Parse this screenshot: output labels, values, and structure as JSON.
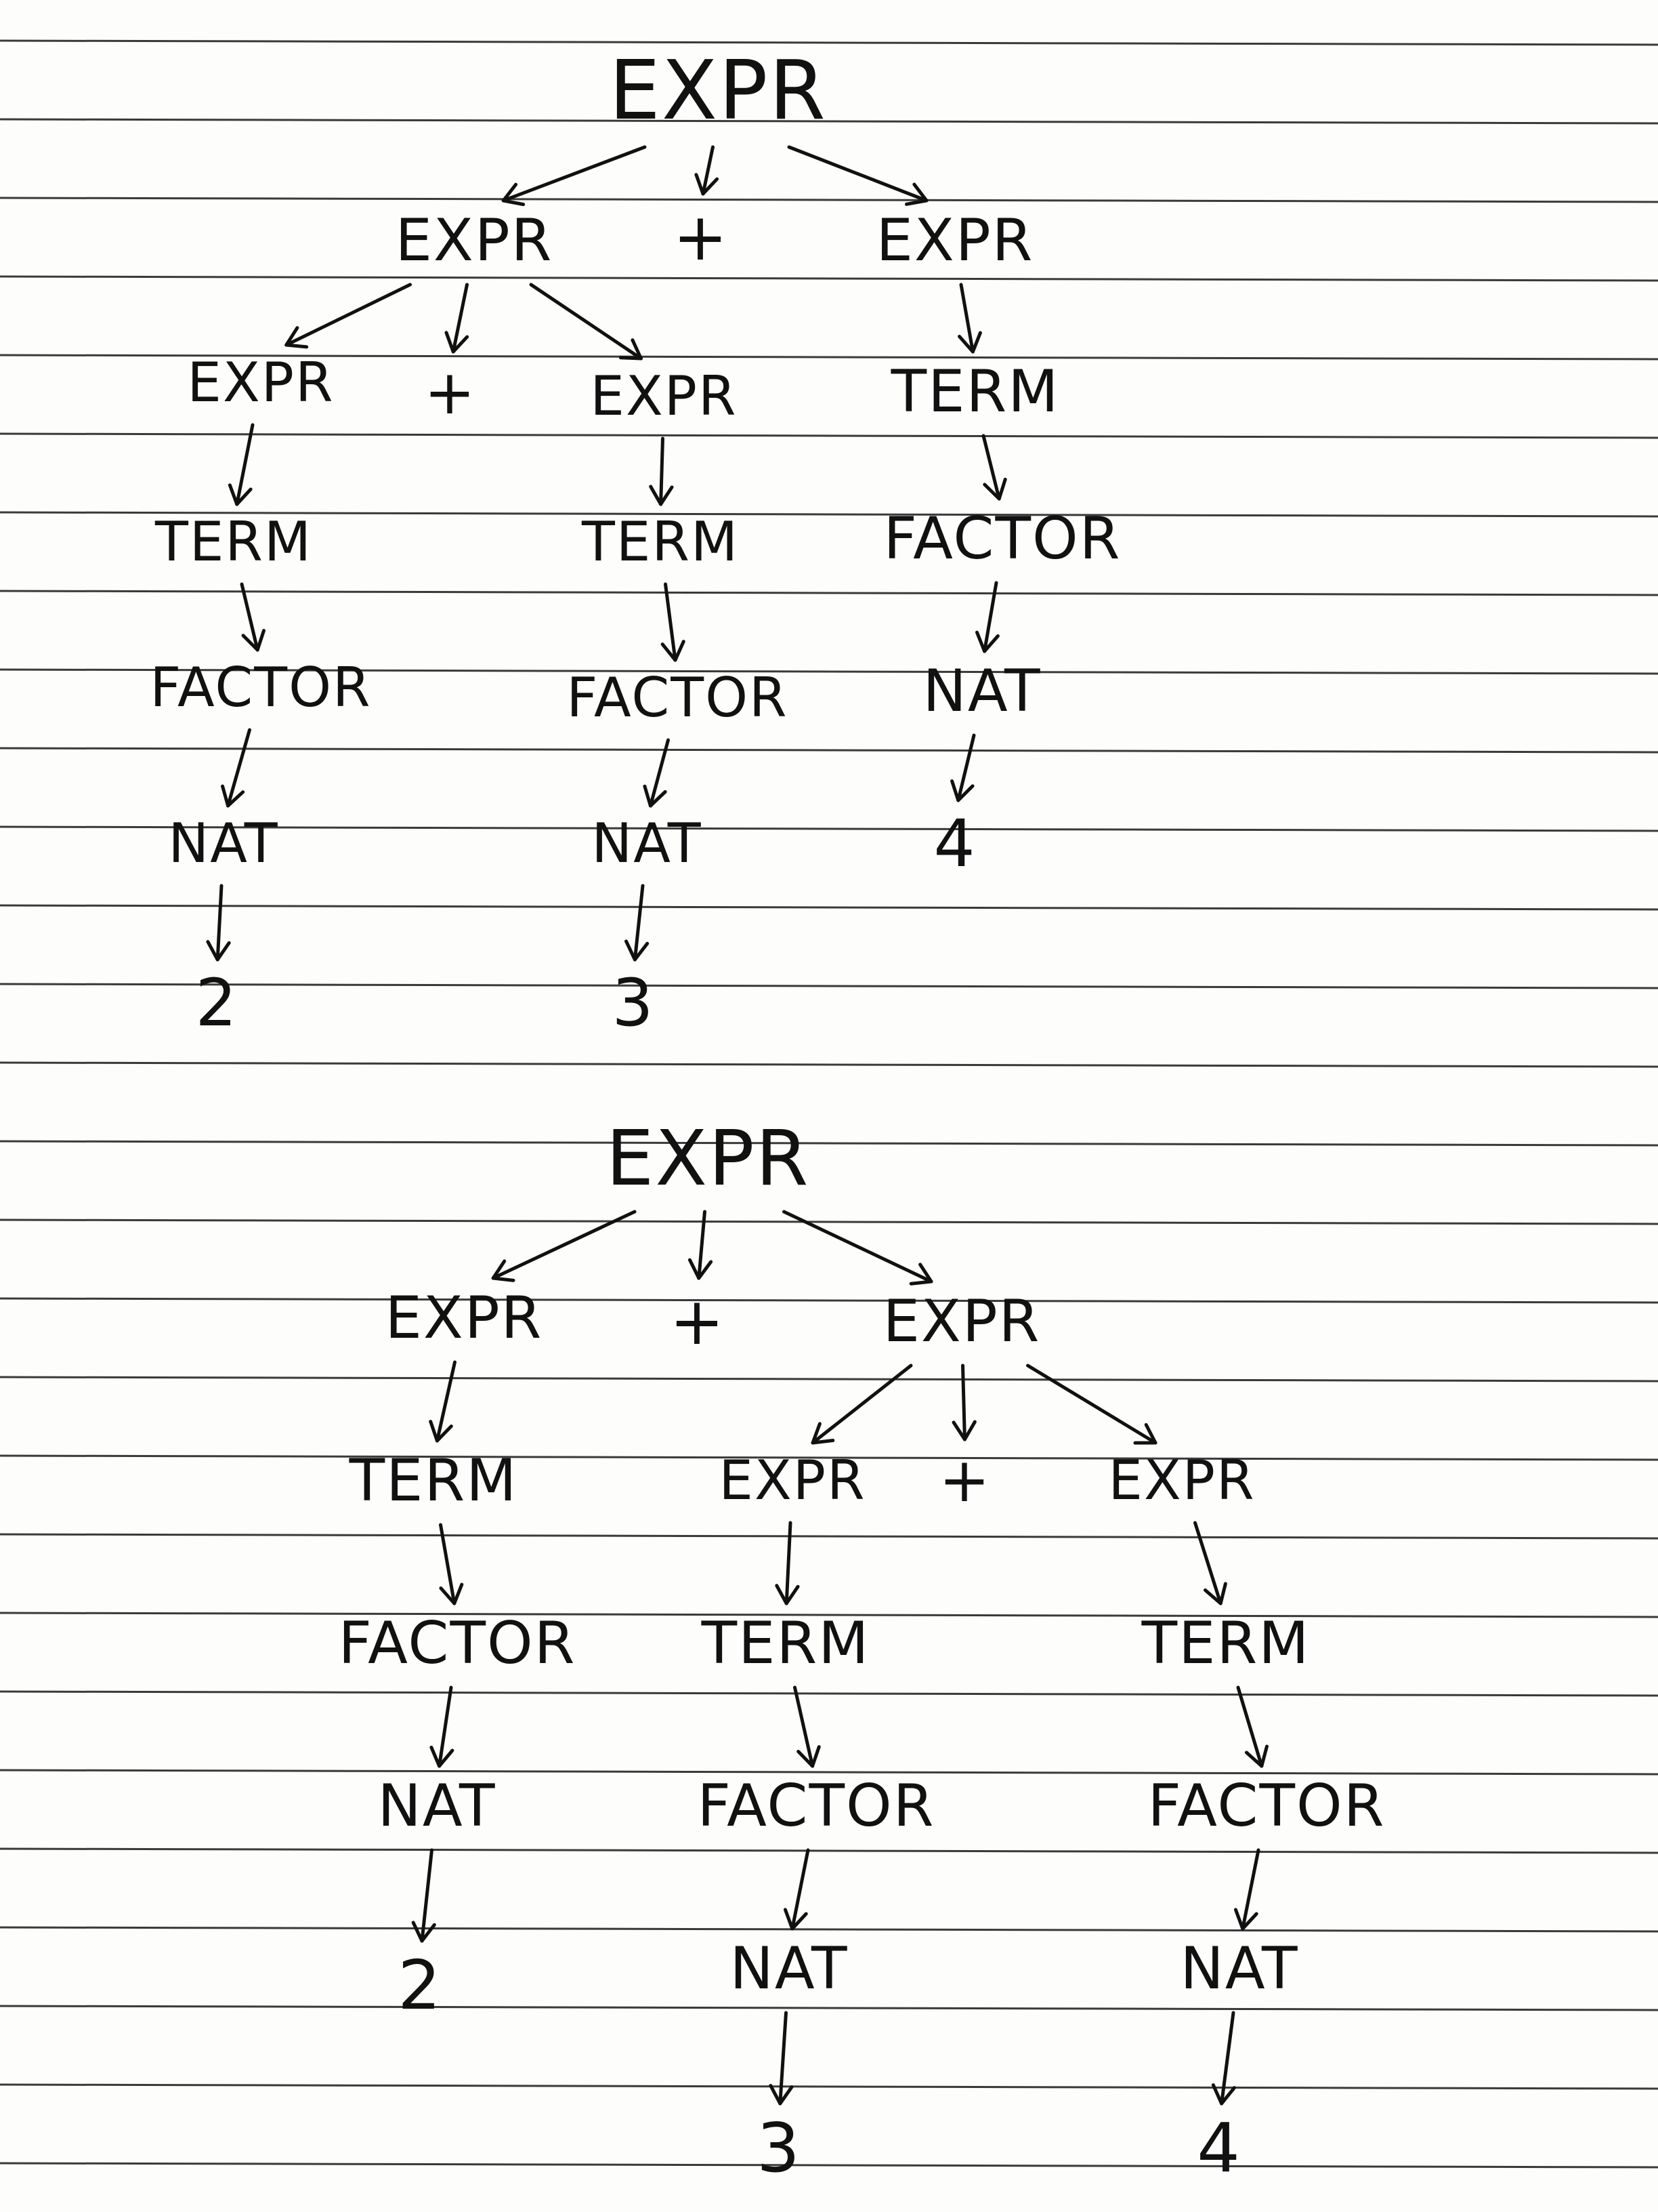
{
  "theme": {
    "paper": "#fdfdfb",
    "rule_line": "#3a3a3a",
    "ink": "#111111"
  },
  "trees": [
    {
      "nodes": [
        {
          "id": "a0",
          "label": "EXPR"
        },
        {
          "id": "a1",
          "label": "EXPR"
        },
        {
          "id": "a2",
          "label": "+"
        },
        {
          "id": "a3",
          "label": "EXPR"
        },
        {
          "id": "a4",
          "label": "EXPR"
        },
        {
          "id": "a5",
          "label": "+"
        },
        {
          "id": "a6",
          "label": "EXPR"
        },
        {
          "id": "a7",
          "label": "TERM"
        },
        {
          "id": "a8",
          "label": "TERM"
        },
        {
          "id": "a9",
          "label": "TERM"
        },
        {
          "id": "a10",
          "label": "FACTOR"
        },
        {
          "id": "a11",
          "label": "FACTOR"
        },
        {
          "id": "a12",
          "label": "FACTOR"
        },
        {
          "id": "a13",
          "label": "NAT"
        },
        {
          "id": "a14",
          "label": "NAT"
        },
        {
          "id": "a15",
          "label": "NAT"
        },
        {
          "id": "a16",
          "label": "4"
        },
        {
          "id": "a17",
          "label": "2"
        },
        {
          "id": "a18",
          "label": "3"
        }
      ],
      "edges": [
        [
          "a0",
          "a1"
        ],
        [
          "a0",
          "a2"
        ],
        [
          "a0",
          "a3"
        ],
        [
          "a1",
          "a4"
        ],
        [
          "a1",
          "a5"
        ],
        [
          "a1",
          "a6"
        ],
        [
          "a3",
          "a7"
        ],
        [
          "a4",
          "a8"
        ],
        [
          "a6",
          "a9"
        ],
        [
          "a7",
          "a10"
        ],
        [
          "a8",
          "a11"
        ],
        [
          "a9",
          "a12"
        ],
        [
          "a10",
          "a13"
        ],
        [
          "a11",
          "a14"
        ],
        [
          "a12",
          "a15"
        ],
        [
          "a13",
          "a16"
        ],
        [
          "a14",
          "a17"
        ],
        [
          "a15",
          "a18"
        ]
      ]
    },
    {
      "nodes": [
        {
          "id": "b0",
          "label": "EXPR"
        },
        {
          "id": "b1",
          "label": "EXPR"
        },
        {
          "id": "b2",
          "label": "+"
        },
        {
          "id": "b3",
          "label": "EXPR"
        },
        {
          "id": "b4",
          "label": "TERM"
        },
        {
          "id": "b5",
          "label": "EXPR"
        },
        {
          "id": "b6",
          "label": "+"
        },
        {
          "id": "b7",
          "label": "EXPR"
        },
        {
          "id": "b8",
          "label": "FACTOR"
        },
        {
          "id": "b9",
          "label": "TERM"
        },
        {
          "id": "b10",
          "label": "TERM"
        },
        {
          "id": "b11",
          "label": "NAT"
        },
        {
          "id": "b12",
          "label": "FACTOR"
        },
        {
          "id": "b13",
          "label": "FACTOR"
        },
        {
          "id": "b14",
          "label": "2"
        },
        {
          "id": "b15",
          "label": "NAT"
        },
        {
          "id": "b16",
          "label": "NAT"
        },
        {
          "id": "b17",
          "label": "3"
        },
        {
          "id": "b18",
          "label": "4"
        }
      ],
      "edges": [
        [
          "b0",
          "b1"
        ],
        [
          "b0",
          "b2"
        ],
        [
          "b0",
          "b3"
        ],
        [
          "b1",
          "b4"
        ],
        [
          "b3",
          "b5"
        ],
        [
          "b3",
          "b6"
        ],
        [
          "b3",
          "b7"
        ],
        [
          "b4",
          "b8"
        ],
        [
          "b5",
          "b9"
        ],
        [
          "b7",
          "b10"
        ],
        [
          "b8",
          "b11"
        ],
        [
          "b9",
          "b12"
        ],
        [
          "b10",
          "b13"
        ],
        [
          "b11",
          "b14"
        ],
        [
          "b12",
          "b15"
        ],
        [
          "b13",
          "b16"
        ],
        [
          "b15",
          "b17"
        ],
        [
          "b16",
          "b18"
        ]
      ]
    }
  ]
}
